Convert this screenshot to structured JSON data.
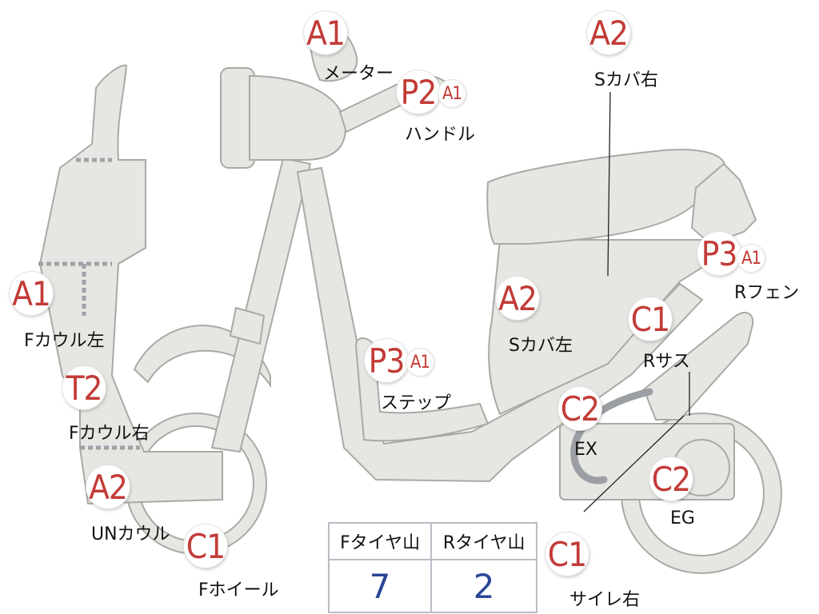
{
  "labels": {
    "meter": {
      "code": "A1",
      "name": "メーター"
    },
    "handle": {
      "code": "P2",
      "sub": "A1",
      "name": "ハンドル"
    },
    "scover_right": {
      "code": "A2",
      "name": "Sカバ右"
    },
    "fcowl_left": {
      "code": "A1",
      "name": "Fカウル左"
    },
    "fcowl_right": {
      "code": "T2",
      "name": "Fカウル右"
    },
    "un_cowl": {
      "code": "A2",
      "name": "UNカウル"
    },
    "f_wheel": {
      "code": "C1",
      "name": "Fホイール"
    },
    "step": {
      "code": "P3",
      "sub": "A1",
      "name": "ステップ"
    },
    "scover_left": {
      "code": "A2",
      "name": "Sカバ左"
    },
    "r_suspension": {
      "code": "C1",
      "name": "Rサス"
    },
    "r_fender": {
      "code": "P3",
      "sub": "A1",
      "name": "Rフェン"
    },
    "exhaust": {
      "code": "C2",
      "name": "EX"
    },
    "engine": {
      "code": "C2",
      "name": "EG"
    },
    "silencer_right": {
      "code": "C1",
      "name": "サイレ右"
    }
  },
  "tire_table": {
    "headers": [
      "Fタイヤ山",
      "Rタイヤ山"
    ],
    "values": [
      "7",
      "2"
    ]
  },
  "colors": {
    "badge_text": "#c23b37",
    "tire_value": "#2b4596",
    "part_fill": "#e6e6e2",
    "part_stroke": "#a9aaa5"
  }
}
